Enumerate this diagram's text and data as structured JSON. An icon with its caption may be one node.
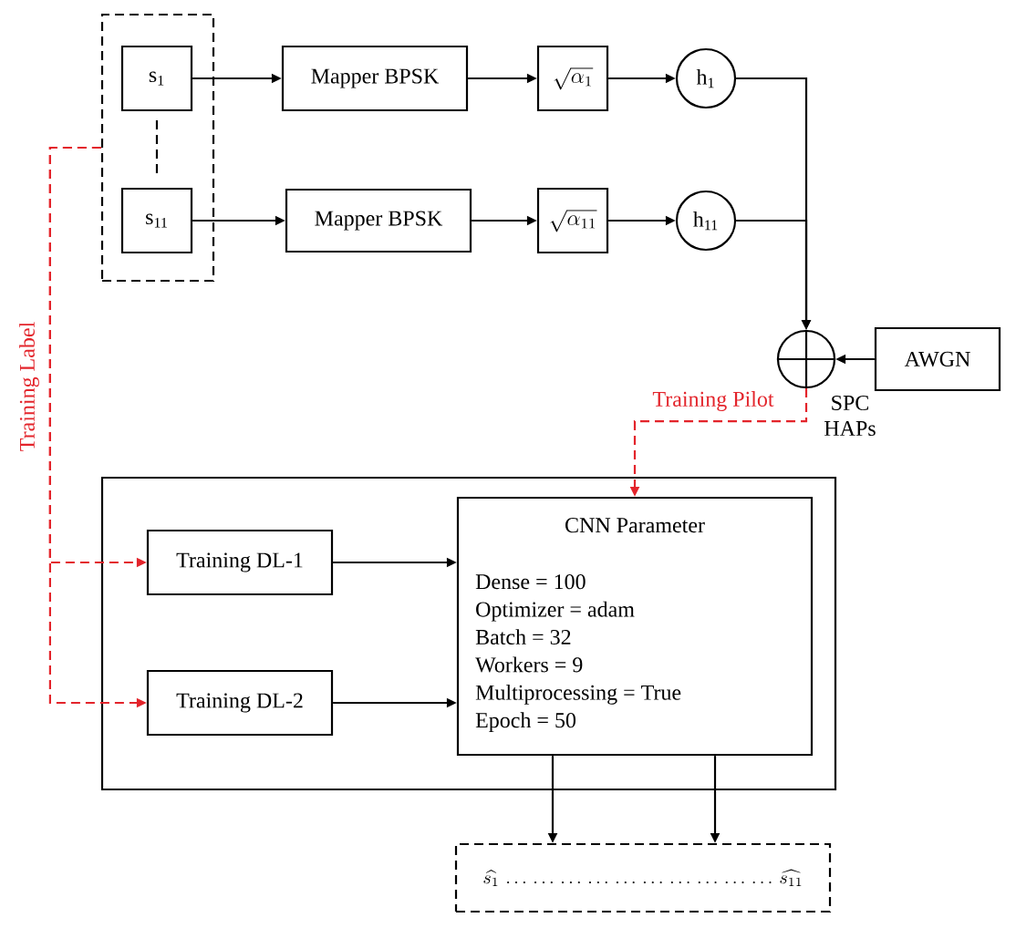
{
  "diagram": {
    "nodes": [
      {
        "text": [],
        "shape": "box"
      },
      {
        "text": [
          "s$_{1}$"
        ],
        "in": 0
      },
      {
        "text": [
          "s$_{11}$"
        ],
        "in": 0
      },
      {
        "text": [
          "Mapper BPSK"
        ]
      },
      {
        "text": [
          "Mapper BPSK"
        ]
      },
      {
        "text": [
          "\\sqrt{\\alpha_{1}}"
        ]
      },
      {
        "text": [
          "\\sqrt{\\alpha_{11}}"
        ]
      },
      {
        "text": [
          "h$_{1}$"
        ]
      },
      {
        "text": [
          "h$_{11}$"
        ]
      },
      {
        "text": [],
        "shape": "circle",
        "beside": [
          "SPC HAPs"
        ]
      },
      {
        "text": [
          "AWGN"
        ]
      },
      {
        "text": [],
        "shape": "box"
      },
      {
        "text": [
          "Training DL-1"
        ],
        "in": 11
      },
      {
        "text": [
          "Training DL-2"
        ],
        "in": 11
      },
      {
        "text": [
          "CNN Parameter",
          "Dense = 100",
          "Optimizer = adam",
          "Batch = 32",
          "Workers = 9",
          "Multiprocessing = True",
          "Epoch = 50"
        ],
        "in": 11
      },
      {
        "text": [
          "\\widehat{s_{1}}\\,\\ldots\\,\\ldots\\,\\ldots\\,\\ldots\\,\\ldots\\,\\ldots\\,\\ldots\\,\\ldots\\,\\ldots\\,\\ldots\\,\\widehat{s_{11}}"
        ]
      }
    ],
    "edges": [
      {
        "from": 1,
        "to": 3,
        "arrow": "to"
      },
      {
        "from": 2,
        "to": 4,
        "arrow": "to"
      },
      {
        "from": 3,
        "to": 5,
        "arrow": "to"
      },
      {
        "from": 4,
        "to": 6,
        "arrow": "to"
      },
      {
        "from": 5,
        "to": 7,
        "arrow": "to"
      },
      {
        "from": 6,
        "to": 8,
        "arrow": "to"
      },
      {
        "from": 7,
        "to": 9,
        "arrow": "to"
      },
      {
        "from": 8,
        "to": 9,
        "arrow": "to"
      },
      {
        "from": 10,
        "to": 9,
        "arrow": "to"
      },
      {
        "from": 9,
        "to": 14,
        "arrow": "to",
        "label": "Training Pilot",
        "style": "dashed",
        "color": "#e3242b"
      },
      {
        "from": 0,
        "to": 12,
        "arrow": "to",
        "label": "Training Label",
        "style": "dashed",
        "color": "#e3242b"
      },
      {
        "from": 0,
        "to": 13,
        "arrow": "to",
        "style": "dashed",
        "color": "#e3242b"
      },
      {
        "from": 12,
        "to": 14,
        "arrow": "to"
      },
      {
        "from": 13,
        "to": 14,
        "arrow": "to"
      },
      {
        "from": 14,
        "to": 15,
        "arrow": "to"
      },
      {
        "from": 14,
        "to": 15,
        "arrow": "to"
      },
      {
        "from": 1,
        "to": 2,
        "arrow": "none",
        "style": "dashed"
      }
    ]
  }
}
